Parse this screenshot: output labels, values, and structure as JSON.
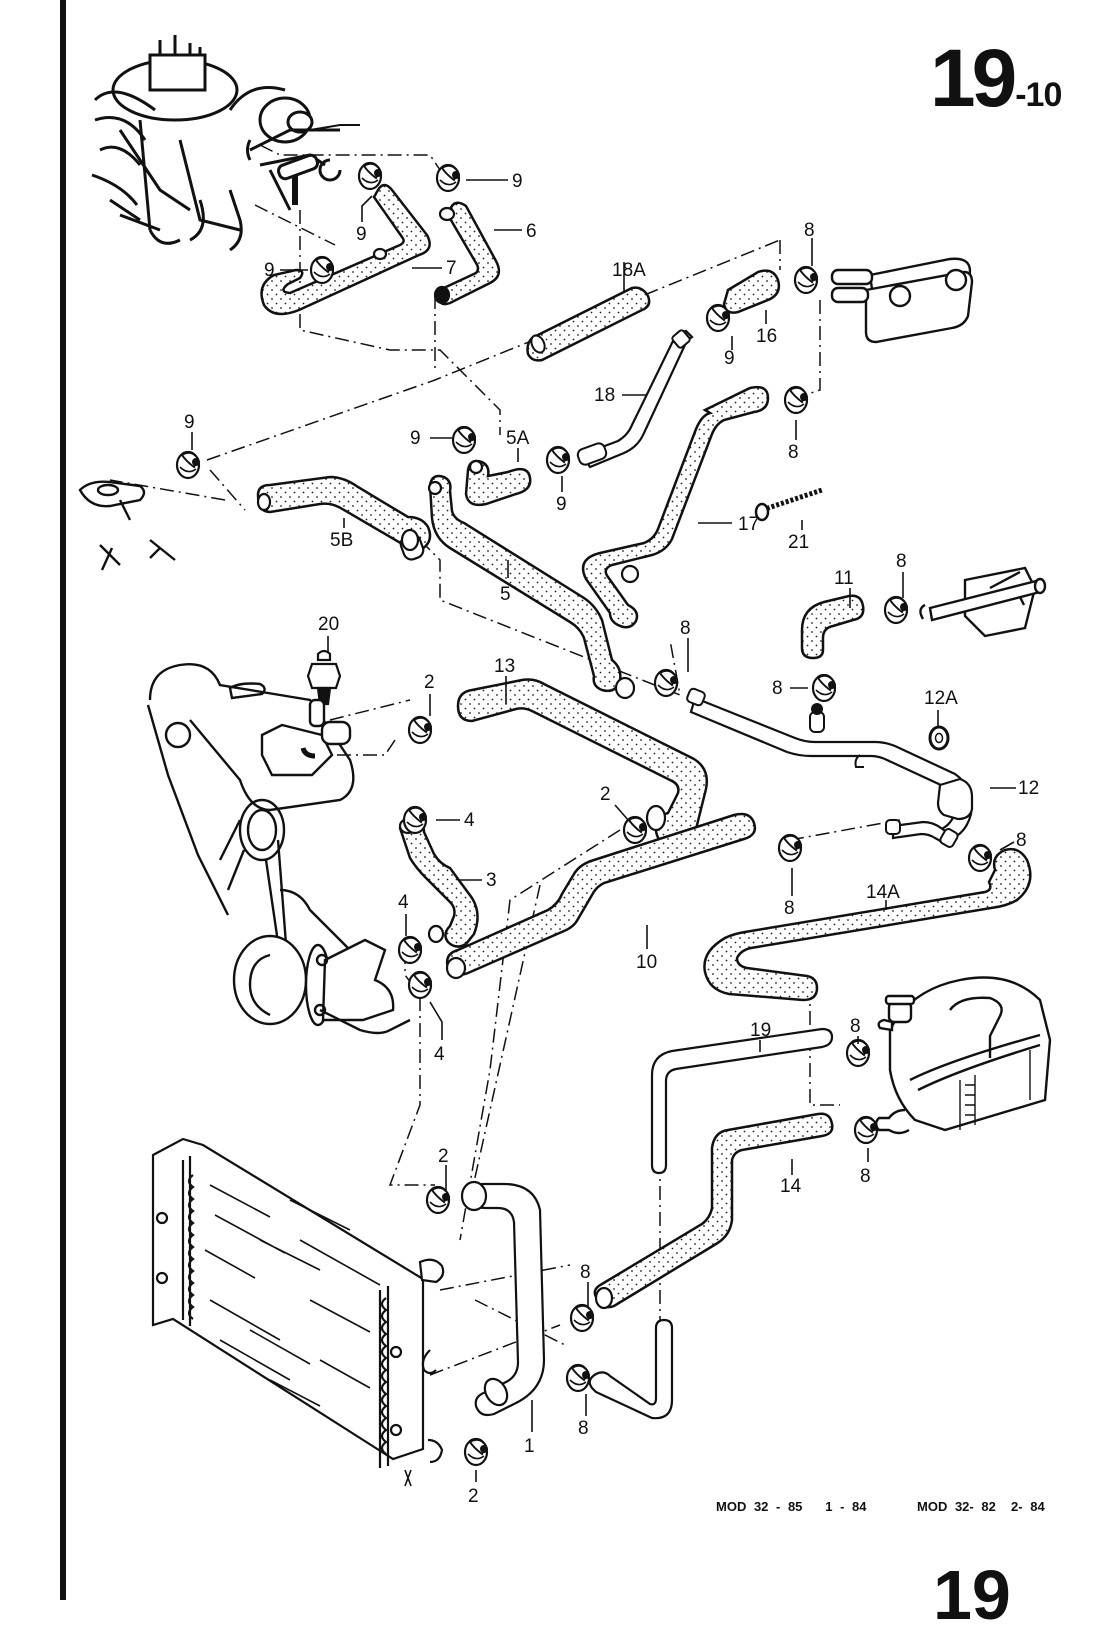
{
  "page": {
    "section_number": "19",
    "section_sub": "-10",
    "next_page_fragment": "19",
    "footer": [
      {
        "model": "MOD 32 - 85",
        "date": "1 - 84"
      },
      {
        "model": "MOD 32- 82",
        "date": "2- 84"
      }
    ]
  },
  "diagram": {
    "title": "Cooling system hoses and clamps (exploded view)",
    "components": [
      {
        "id": "carburettor-assembly",
        "label": ""
      },
      {
        "id": "heater-valve",
        "label": ""
      },
      {
        "id": "thermostat-housing",
        "label": ""
      },
      {
        "id": "water-pump",
        "label": ""
      },
      {
        "id": "radiator",
        "label": ""
      },
      {
        "id": "expansion-tank",
        "label": ""
      },
      {
        "id": "heater-core",
        "label": ""
      }
    ],
    "callouts": [
      {
        "ref": "9",
        "part": "hose-clamp-top-right"
      },
      {
        "ref": "9",
        "part": "hose-clamp-carb-left"
      },
      {
        "ref": "6",
        "part": "hose-6"
      },
      {
        "ref": "7",
        "part": "hose-7"
      },
      {
        "ref": "9",
        "part": "hose-clamp-carb-lower"
      },
      {
        "ref": "18A",
        "part": "pipe-18a"
      },
      {
        "ref": "8",
        "part": "hose-clamp-heater-top"
      },
      {
        "ref": "16",
        "part": "hose-16"
      },
      {
        "ref": "9",
        "part": "hose-clamp-16"
      },
      {
        "ref": "18",
        "part": "pipe-18"
      },
      {
        "ref": "8",
        "part": "hose-clamp-heater-lower"
      },
      {
        "ref": "9",
        "part": "hose-clamp-left"
      },
      {
        "ref": "9",
        "part": "hose-clamp-5a-top"
      },
      {
        "ref": "5A",
        "part": "hose-5a"
      },
      {
        "ref": "9",
        "part": "hose-clamp-5a"
      },
      {
        "ref": "17",
        "part": "hose-17"
      },
      {
        "ref": "21",
        "part": "cable-tie-21"
      },
      {
        "ref": "5B",
        "part": "hose-5b"
      },
      {
        "ref": "5",
        "part": "hose-5"
      },
      {
        "ref": "11",
        "part": "hose-11"
      },
      {
        "ref": "8",
        "part": "hose-clamp-11"
      },
      {
        "ref": "20",
        "part": "temperature-sender-20"
      },
      {
        "ref": "13",
        "part": "hose-13"
      },
      {
        "ref": "8",
        "part": "hose-clamp-5"
      },
      {
        "ref": "2",
        "part": "hose-clamp-thermostat"
      },
      {
        "ref": "8",
        "part": "hose-clamp-pipe-12"
      },
      {
        "ref": "12A",
        "part": "seal-ring-12a"
      },
      {
        "ref": "12",
        "part": "pipe-12"
      },
      {
        "ref": "4",
        "part": "hose-clamp-3-top"
      },
      {
        "ref": "2",
        "part": "hose-clamp-13"
      },
      {
        "ref": "3",
        "part": "hose-3"
      },
      {
        "ref": "8",
        "part": "hose-clamp-14a-right"
      },
      {
        "ref": "8",
        "part": "hose-clamp-14a-left"
      },
      {
        "ref": "14A",
        "part": "hose-14a"
      },
      {
        "ref": "10",
        "part": "hose-10"
      },
      {
        "ref": "4",
        "part": "hose-clamp-pump-upper"
      },
      {
        "ref": "4",
        "part": "hose-clamp-pump-lower"
      },
      {
        "ref": "8",
        "part": "hose-clamp-19"
      },
      {
        "ref": "19",
        "part": "hose-19"
      },
      {
        "ref": "14",
        "part": "hose-14"
      },
      {
        "ref": "8",
        "part": "hose-clamp-tank"
      },
      {
        "ref": "2",
        "part": "hose-clamp-radiator-top"
      },
      {
        "ref": "8",
        "part": "hose-clamp-radiator-mid"
      },
      {
        "ref": "8",
        "part": "hose-clamp-radiator-low"
      },
      {
        "ref": "1",
        "part": "hose-1"
      },
      {
        "ref": "2",
        "part": "hose-clamp-radiator-bottom"
      }
    ]
  }
}
